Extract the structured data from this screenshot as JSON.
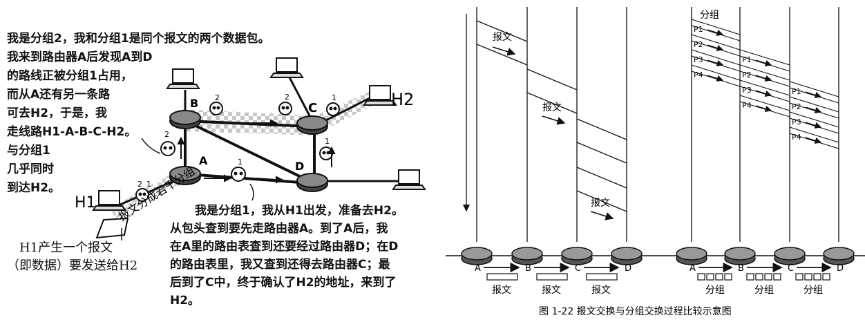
{
  "left": {
    "packet2_story": [
      "我是分组2，我和分组1是同个报文的两个数据包。",
      "我来到路由器A后发现A到D",
      "的路线正被分组1占用，",
      "而从A还有另一条路",
      "可去H2，于是，我",
      "走线路H1-A-B-C-H2。",
      "与分组1",
      "几乎同时",
      "到达H2。"
    ],
    "packet1_story": [
      "我是分组1，我从H1出发，准备去H2。",
      "从包头查到要先走路由器A。到了A后，我",
      "在A里的路由表查到还要经过路由器D；在D",
      "的路由表里，我又查到还得去路由器C；最",
      "后到了C中，终于确认了H2的地址，来到了",
      "H2。"
    ],
    "h1_note": [
      "H1产生一个报文",
      "（即数据）要发送给H2"
    ],
    "split_label": "报文分成若干分组",
    "hosts": {
      "h1": "H1",
      "h2": "H2"
    },
    "routers": {
      "a": "A",
      "b": "B",
      "c": "C",
      "d": "D"
    },
    "packet_numbers": [
      "1",
      "2",
      "1",
      "2",
      "1",
      "2",
      "1",
      "2"
    ]
  },
  "right": {
    "message_label": "报文",
    "packet_label": "分组",
    "packet_tags": [
      "P1",
      "P2",
      "P3",
      "P4"
    ],
    "router_labels": [
      "A",
      "B",
      "C",
      "D"
    ],
    "bottom_message_labels": [
      "报文",
      "报文",
      "报文"
    ],
    "bottom_packet_labels": [
      "分组",
      "分组",
      "分组"
    ],
    "caption": "图 1-22   报文交换与分组交换过程比较示意图"
  }
}
